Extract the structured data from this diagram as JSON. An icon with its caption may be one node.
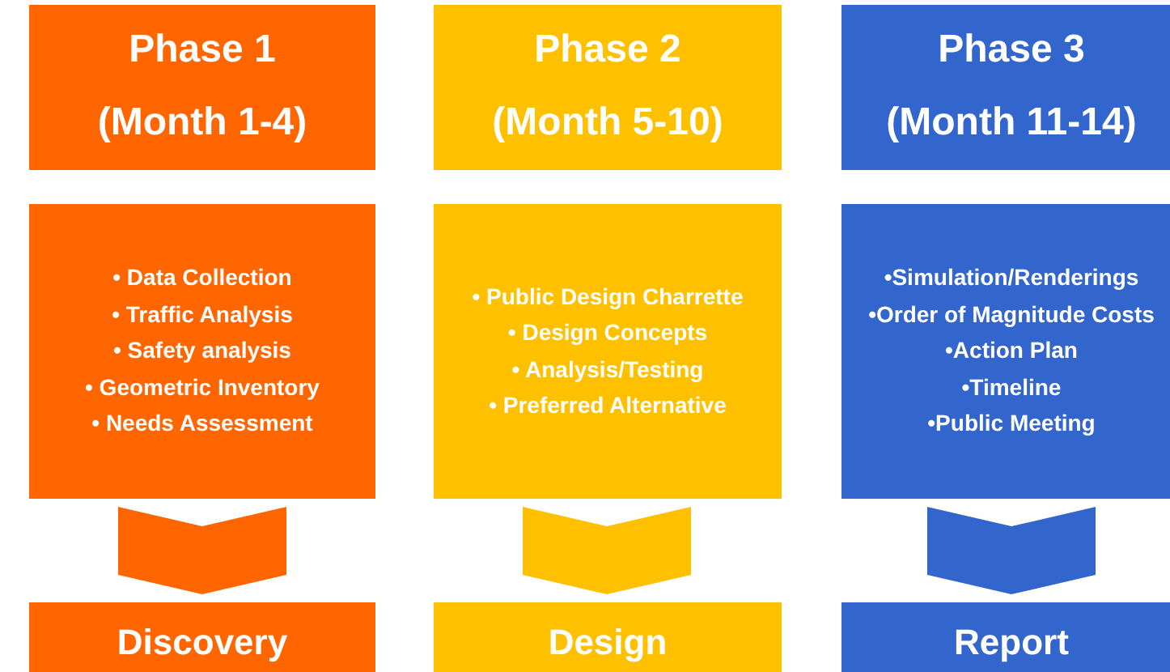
{
  "diagram": {
    "nodes": [
      {
        "text": [
          "Phase 1",
          "(Month 1-4)"
        ]
      },
      {
        "text": [
          "Phase 2",
          "(Month 5-10)"
        ]
      },
      {
        "text": [
          "Phase 3",
          "(Month 11-14)"
        ]
      },
      {
        "text": [
          "• Data Collection",
          "• Traffic Analysis",
          "• Safety analysis",
          "• Geometric Inventory",
          "• Needs Assessment"
        ]
      },
      {
        "text": [
          "• Public Design Charrette",
          "• Design Concepts",
          "• Analysis/Testing",
          "• Preferred Alternative"
        ]
      },
      {
        "text": [
          "•Simulation/Renderings",
          "•Order of Magnitude Costs",
          "•Action Plan",
          "•Timeline",
          "•Public Meeting"
        ]
      },
      {
        "text": [
          "Discovery"
        ]
      },
      {
        "text": [
          "Design"
        ]
      },
      {
        "text": [
          "Report"
        ]
      }
    ],
    "edges": [
      {
        "from": 3,
        "to": 6,
        "arrow": "to",
        "color": "#ff6600"
      },
      {
        "from": 4,
        "to": 7,
        "arrow": "to",
        "color": "#ffc000"
      },
      {
        "from": 5,
        "to": 8,
        "arrow": "to",
        "color": "#3366cc"
      }
    ]
  }
}
